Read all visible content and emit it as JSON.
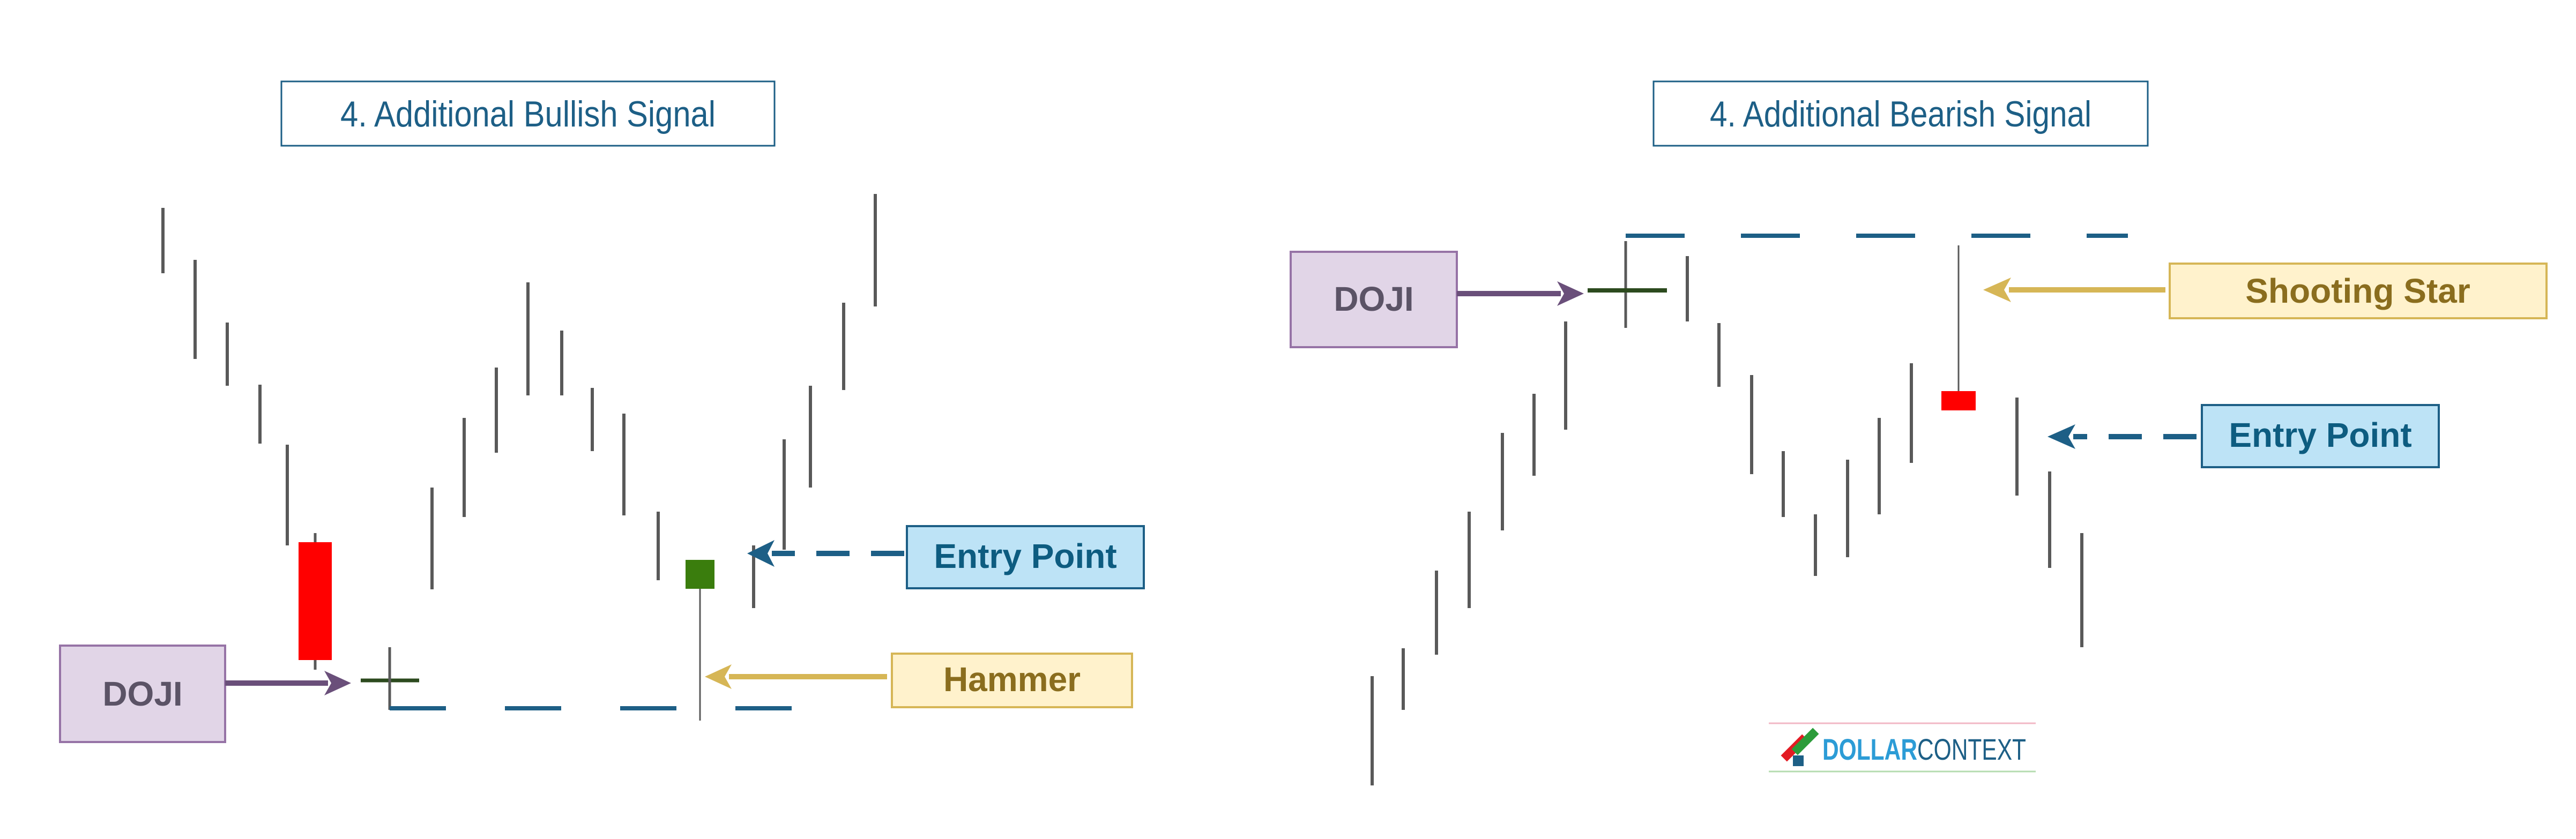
{
  "colors": {
    "title_text": "#1d5f86",
    "title_border": "#1d5f86",
    "wick": "#595959",
    "bearish_body": "#ff0000",
    "bullish_body": "#3a7d0d",
    "doji_cross": "#2c4a1e",
    "dashed_level": "#1d5f86",
    "doji_box_fill": "#e1d5e7",
    "doji_box_border": "#9673a6",
    "doji_text": "#5b5366",
    "doji_arrow": "#6a4f7a",
    "entry_box_fill": "#bde3f6",
    "entry_box_border": "#1d5f86",
    "entry_text": "#0d5c80",
    "pattern_box_fill": "#fff2cc",
    "pattern_box_border": "#d6b656",
    "pattern_text": "#8a6d1e",
    "pattern_arrow": "#d6b656",
    "logo_dollar": "#2c9cd6",
    "logo_context": "#1d5f86"
  },
  "icons": {
    "logo_mark": "dollarcontext-logo-icon",
    "arrow_head": "arrow-head-icon"
  },
  "panels": [
    {
      "id": "bullish",
      "title": "4. Additional Bullish Signal",
      "doji_label": "DOJI",
      "entry_label": "Entry Point",
      "pattern_label": "Hammer"
    },
    {
      "id": "bearish",
      "title": "4. Additional Bearish Signal",
      "doji_label": "DOJI",
      "entry_label": "Entry Point",
      "pattern_label": "Shooting Star"
    }
  ],
  "logo": {
    "dollar": "DOLLAR",
    "context": "CONTEXT"
  }
}
